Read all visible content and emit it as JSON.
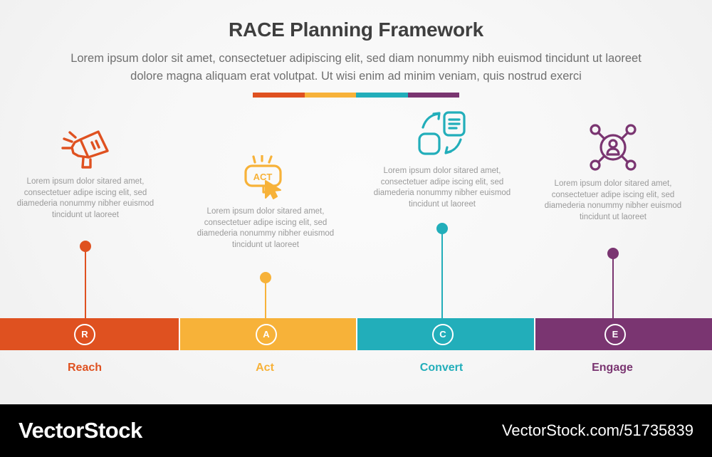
{
  "header": {
    "title": "RACE Planning Framework",
    "subtitle": "Lorem ipsum dolor sit amet, consectetuer adipiscing elit, sed diam nonummy nibh euismod tincidunt ut laoreet dolore magna aliquam erat volutpat. Ut wisi enim ad minim veniam, quis nostrud exerci"
  },
  "colors": {
    "reach": "#DF5120",
    "act": "#F7B239",
    "convert": "#22AEBA",
    "engage": "#7A3571",
    "band_divider": "#ffffff",
    "title": "#3f3f3f",
    "subtitle": "#6f6f6f",
    "body": "#9a9a9a",
    "footer_bg": "#000000",
    "footer_text": "#ffffff"
  },
  "stages": [
    {
      "key": "reach",
      "letter": "R",
      "label": "Reach",
      "icon": "megaphone-icon",
      "description": "Lorem ipsum dolor sitared amet, consectetuer adipe iscing elit, sed diamederia nonummy nibher euismod tincidunt ut laoreet"
    },
    {
      "key": "act",
      "letter": "A",
      "label": "Act",
      "icon": "act-click-button-icon",
      "icon_text": "ACT",
      "description": "Lorem ipsum dolor sitared amet, consectetuer adipe iscing elit, sed diamederia nonummy nibher euismod tincidunt ut laoreet"
    },
    {
      "key": "convert",
      "letter": "C",
      "label": "Convert",
      "icon": "convert-transfer-icon",
      "description": "Lorem ipsum dolor sitared amet, consectetuer adipe iscing elit, sed diamederia nonummy nibher euismod tincidunt ut laoreet"
    },
    {
      "key": "engage",
      "letter": "E",
      "label": "Engage",
      "icon": "user-network-icon",
      "description": "Lorem ipsum dolor sitared amet, consectetuer adipe iscing elit, sed diamederia nonummy nibher euismod tincidunt ut laoreet"
    }
  ],
  "footer": {
    "brand": "VectorStock",
    "url": "VectorStock.com/51735839"
  }
}
